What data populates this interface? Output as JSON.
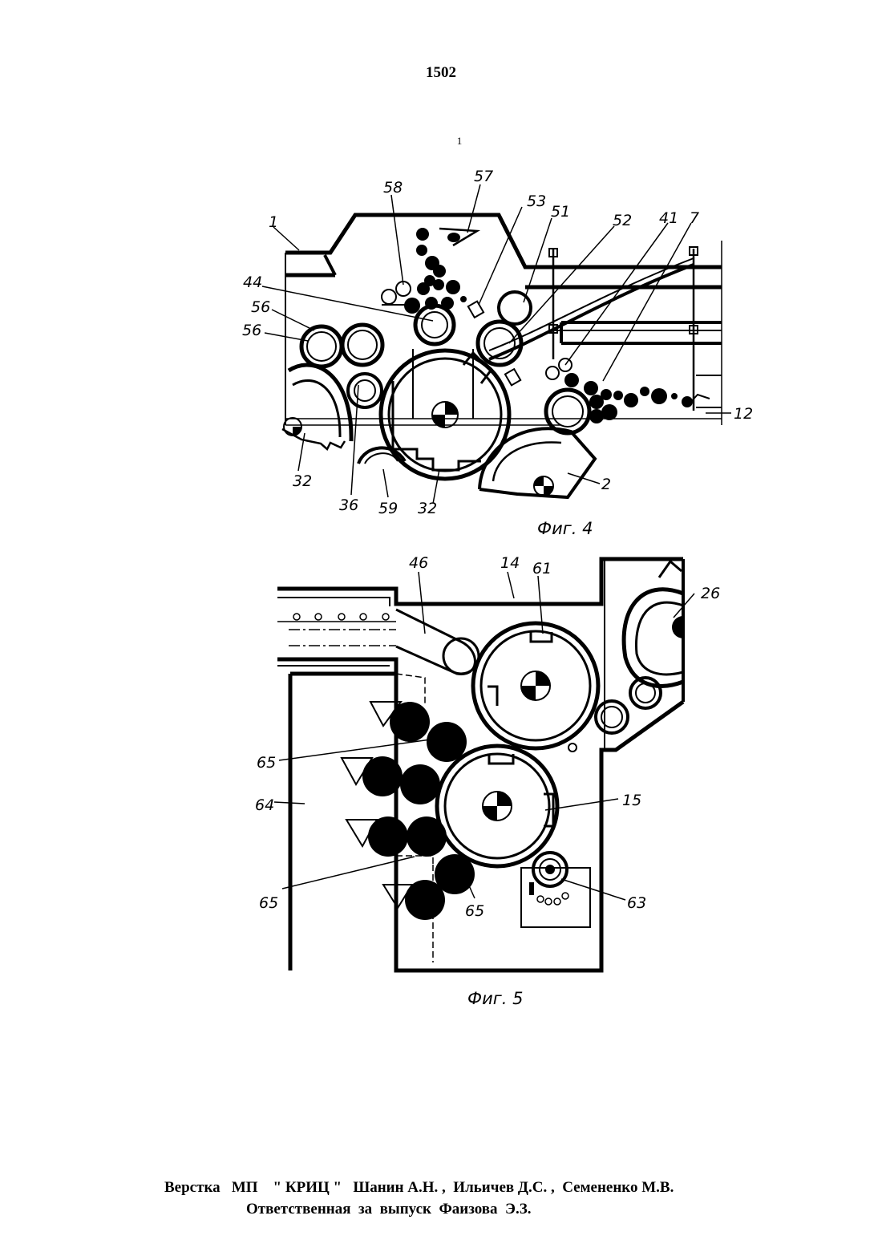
{
  "page_number": "1502",
  "sheet_mark": "1",
  "figure4": {
    "caption": "Фиг. 4",
    "labels": [
      "1",
      "44",
      "56",
      "56",
      "58",
      "57",
      "53",
      "51",
      "52",
      "41",
      "7",
      "12",
      "2",
      "32",
      "36",
      "59",
      "32"
    ]
  },
  "figure5": {
    "caption": "Фиг. 5",
    "labels": [
      "46",
      "14",
      "61",
      "26",
      "65",
      "64",
      "15",
      "65",
      "65",
      "63"
    ]
  },
  "credits": {
    "line1": "Верстка   МП    \" КРИЦ \"   Шанин А.Н. ,  Ильичев Д.С. ,  Семененко М.В.",
    "line2": "Ответственная  за  выпуск  Фаизова  Э.З."
  }
}
